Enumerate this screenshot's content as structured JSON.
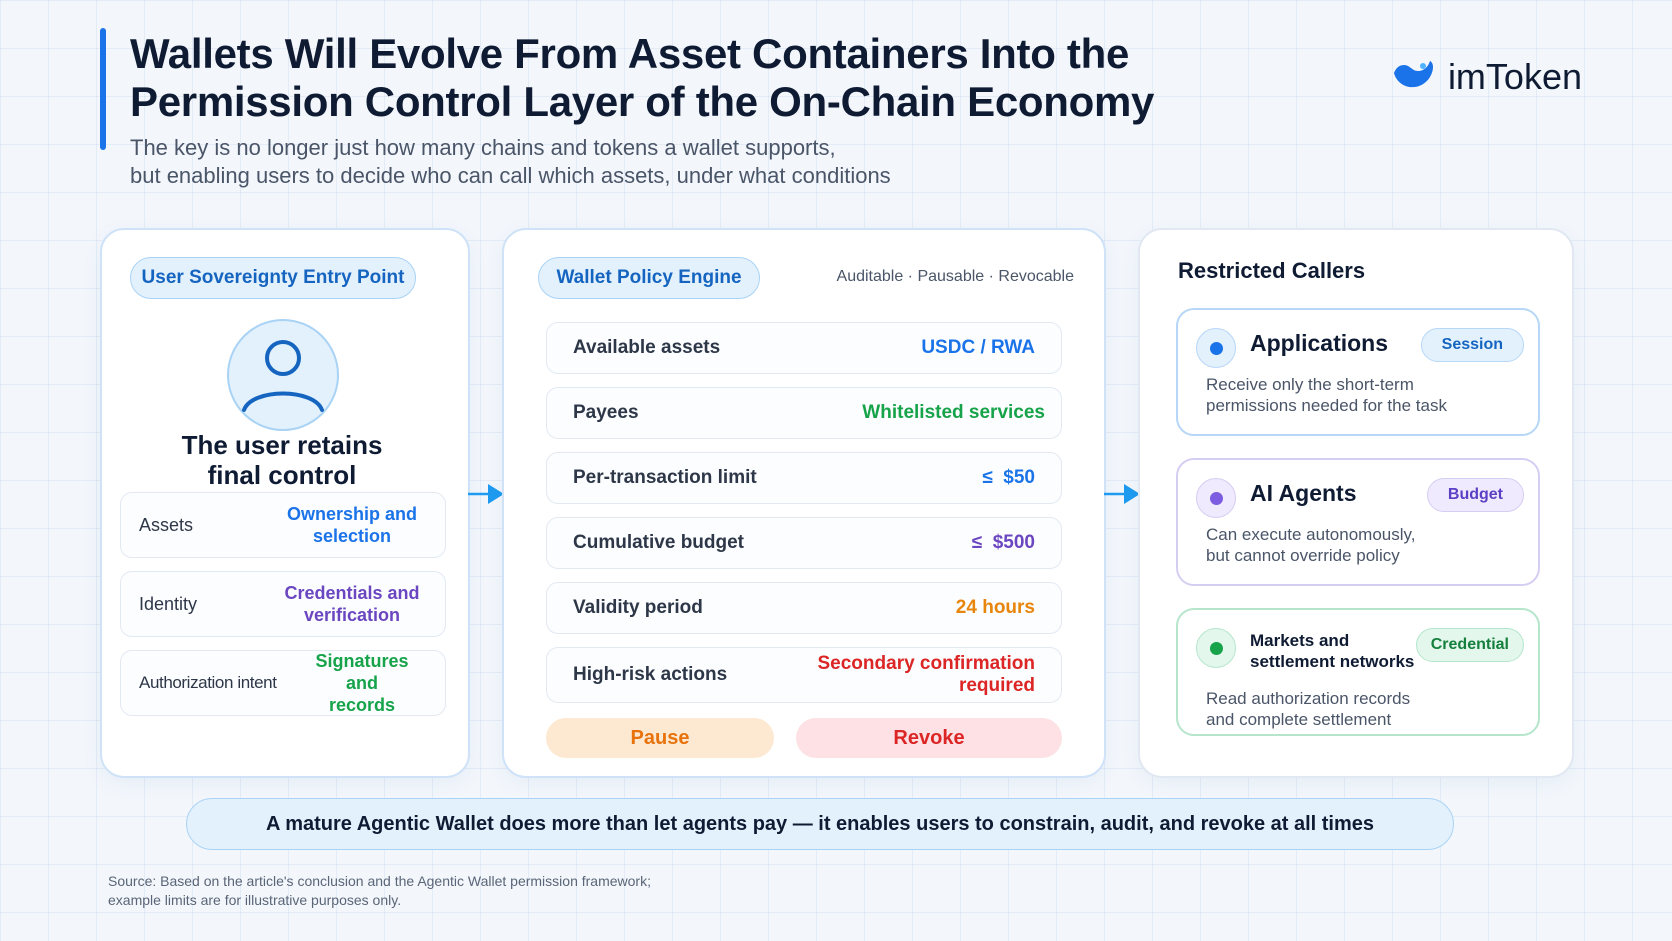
{
  "header": {
    "title_line1": "Wallets Will Evolve From Asset Containers Into the",
    "title_line2": "Permission Control Layer of the On-Chain Economy",
    "subtitle_line1": "The key is no longer just how many chains and tokens a wallet supports,",
    "subtitle_line2": "but enabling users to decide who can call which assets, under what conditions",
    "logo_text": "imToken"
  },
  "left_panel": {
    "pill": "User Sovereignty Entry Point",
    "retain_line1": "The user retains",
    "retain_line2": "final control",
    "rows": [
      {
        "label": "Assets",
        "value_line1": "Ownership and",
        "value_line2": "selection"
      },
      {
        "label": "Identity",
        "value_line1": "Credentials and",
        "value_line2": "verification"
      },
      {
        "label": "Authorization intent",
        "value_line1": "Signatures and",
        "value_line2": "records"
      }
    ]
  },
  "mid_panel": {
    "pill": "Wallet Policy Engine",
    "tag": "Auditable · Pausable · Revocable",
    "rows": [
      {
        "label": "Available assets",
        "value": "USDC / RWA"
      },
      {
        "label": "Payees",
        "value": "Whitelisted services"
      },
      {
        "label": "Per-transaction limit",
        "value": "≤  $50"
      },
      {
        "label": "Cumulative budget",
        "value": "≤  $500"
      },
      {
        "label": "Validity period",
        "value": "24 hours"
      },
      {
        "label": "High-risk actions",
        "value_line1": "Secondary confirmation",
        "value_line2": "required"
      }
    ],
    "pause_label": "Pause",
    "revoke_label": "Revoke"
  },
  "right_panel": {
    "title": "Restricted Callers",
    "cards": [
      {
        "name": "Applications",
        "badge": "Session",
        "desc_line1": "Receive only the short-term",
        "desc_line2": "permissions needed for the task"
      },
      {
        "name": "AI Agents",
        "badge": "Budget",
        "desc_line1": "Can execute autonomously,",
        "desc_line2": "but cannot override policy"
      },
      {
        "name_line1": "Markets and",
        "name_line2": "settlement networks",
        "badge": "Credential",
        "desc_line1": "Read authorization records",
        "desc_line2": "and complete settlement"
      }
    ]
  },
  "banner": "A mature Agentic Wallet does more than let agents pay — it enables users to constrain, audit, and revoke at all times",
  "source_line1": "Source: Based on the article's conclusion and the Agentic Wallet permission framework;",
  "source_line2": "example limits are for illustrative purposes only.",
  "colors": {
    "accent": "#1a73e8",
    "blue": "#1a73e8",
    "purple": "#6b46c1",
    "green": "#16a34a",
    "orange": "#e8850c",
    "red": "#dc2626"
  }
}
